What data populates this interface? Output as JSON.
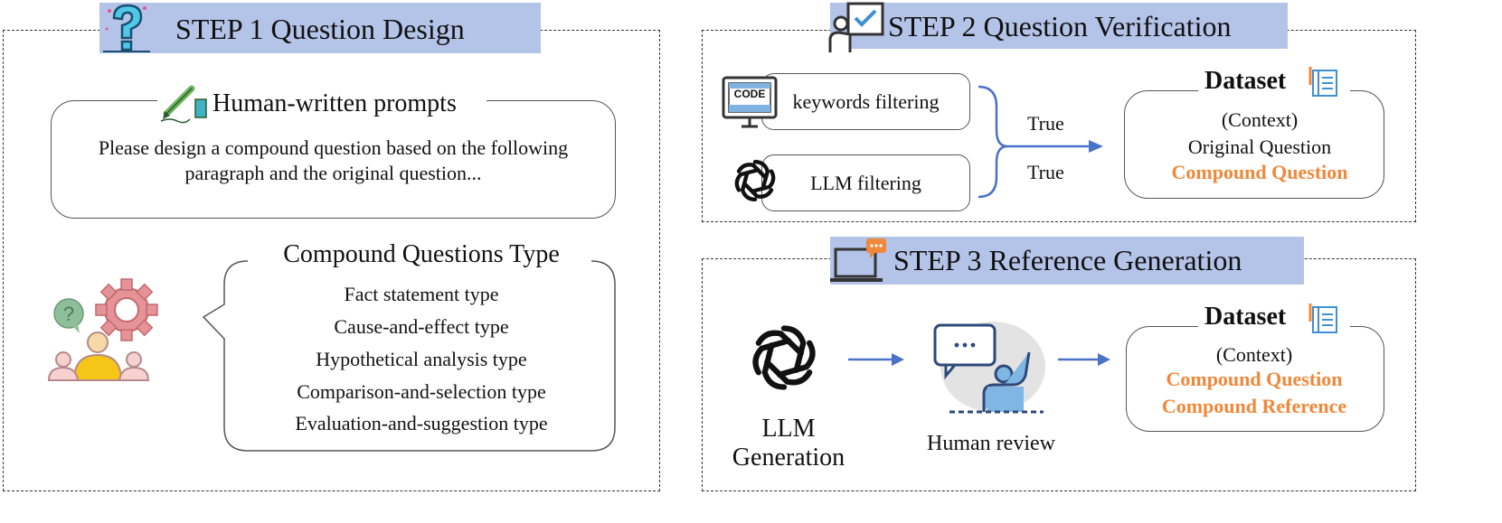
{
  "step1": {
    "title": "STEP 1 Question Design",
    "prompts_title": "Human-written prompts",
    "prompt_line1": "Please design a compound question based on the following",
    "prompt_line2": "paragraph and the original question...",
    "types_title": "Compound Questions Type",
    "types": [
      "Fact statement type",
      "Cause-and-effect type",
      "Hypothetical analysis type",
      "Comparison-and-selection type",
      "Evaluation-and-suggestion type"
    ]
  },
  "step2": {
    "title": "STEP 2 Question Verification",
    "code_label": "CODE",
    "filter1": "keywords filtering",
    "filter2": "LLM filtering",
    "true1": "True",
    "true2": "True",
    "dataset_title": "Dataset",
    "line1": "(Context)",
    "line2": "Original Question",
    "line3": "Compound Question"
  },
  "step3": {
    "title": "STEP 3 Reference Generation",
    "gen_line1": "LLM",
    "gen_line2": "Generation",
    "review": "Human review",
    "review_bubble": "...",
    "dataset_title": "Dataset",
    "line1": "(Context)",
    "line2": "Compound Question",
    "line3": "Compound Reference"
  },
  "colors": {
    "banner": "#b4c3e8",
    "arrow": "#4a72c9",
    "orange": "#f0883a"
  }
}
